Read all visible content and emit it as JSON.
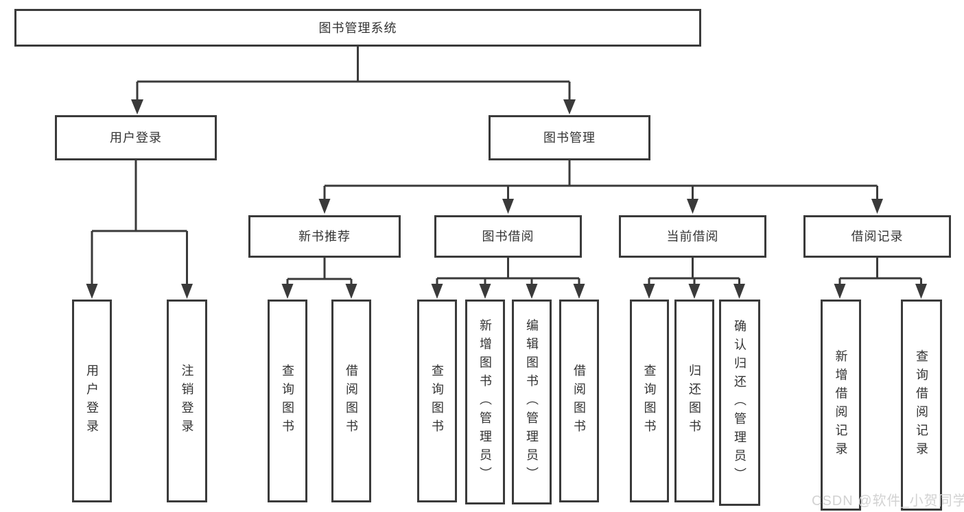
{
  "colors": {
    "line": "#3a3a3a",
    "box_border": "#3a3a3a",
    "box_fill": "#ffffff",
    "text": "#333333",
    "watermark": "#d2d2d2"
  },
  "watermark": {
    "text": "CSDN @软件_小贺同学"
  },
  "tree": {
    "root": {
      "label": "图书管理系统",
      "children": [
        {
          "label": "用户登录",
          "children": [
            {
              "label": "用户登录"
            },
            {
              "label": "注销登录"
            }
          ]
        },
        {
          "label": "图书管理",
          "children": [
            {
              "label": "新书推荐",
              "children": [
                {
                  "label": "查询图书"
                },
                {
                  "label": "借阅图书"
                }
              ]
            },
            {
              "label": "图书借阅",
              "children": [
                {
                  "label": "查询图书"
                },
                {
                  "label": "新增图书（管理员）"
                },
                {
                  "label": "编辑图书（管理员）"
                },
                {
                  "label": "借阅图书"
                }
              ]
            },
            {
              "label": "当前借阅",
              "children": [
                {
                  "label": "查询图书"
                },
                {
                  "label": "归还图书"
                },
                {
                  "label": "确认归还（管理员）"
                }
              ]
            },
            {
              "label": "借阅记录",
              "children": [
                {
                  "label": "新增借阅记录"
                },
                {
                  "label": "查询借阅记录"
                }
              ]
            }
          ]
        }
      ]
    }
  }
}
